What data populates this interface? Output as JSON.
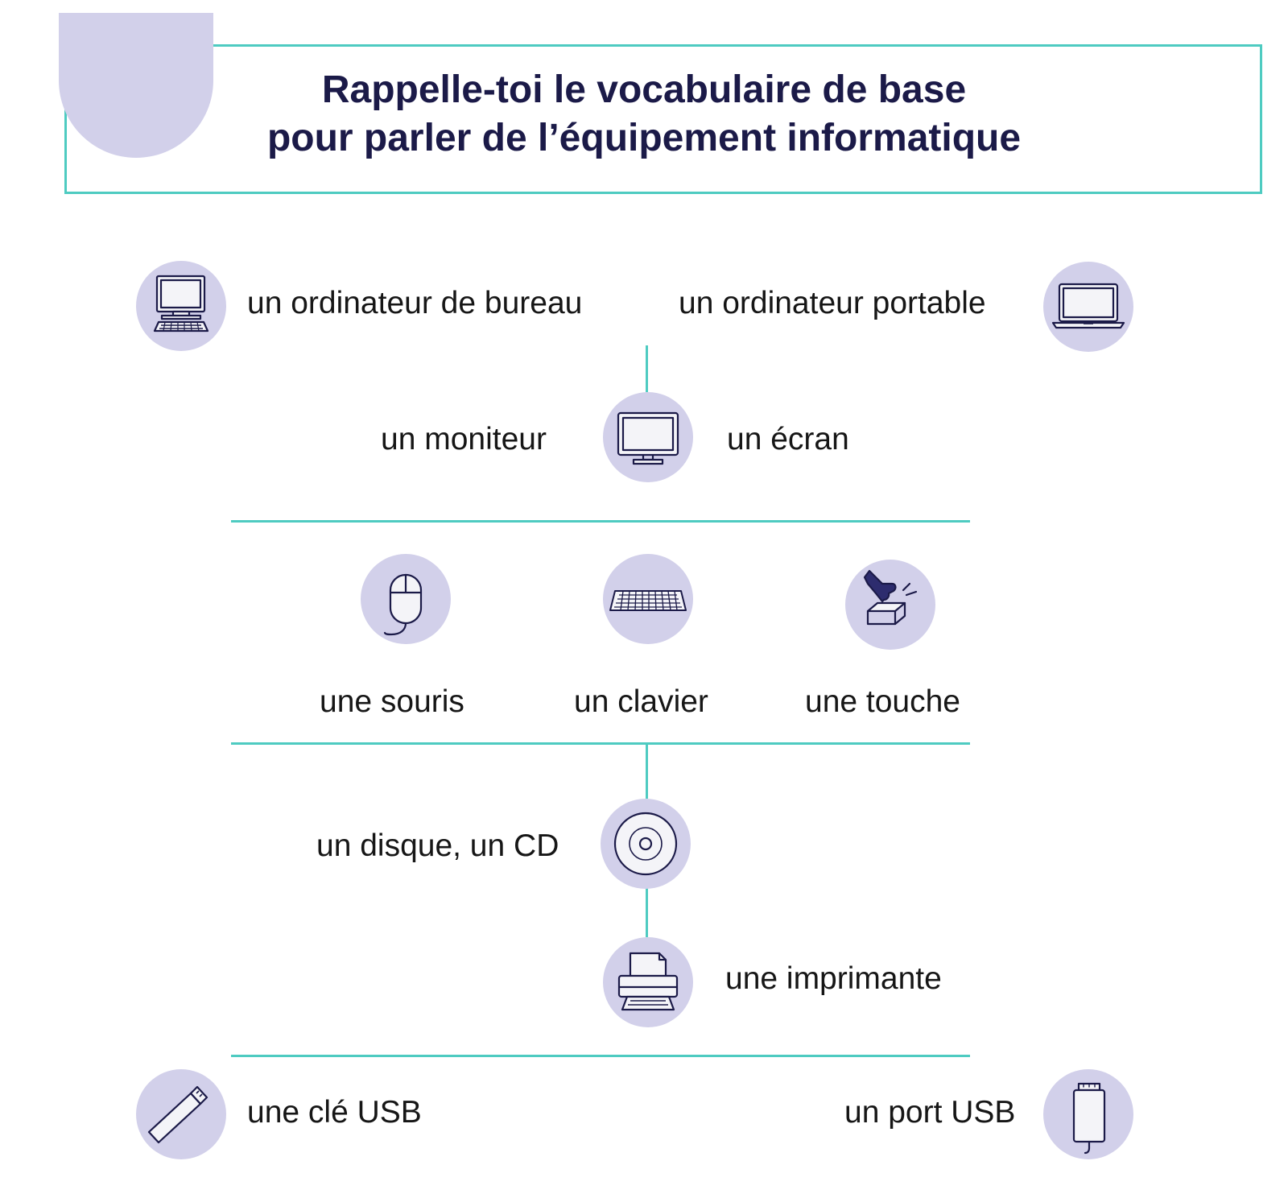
{
  "title": {
    "line1": "Rappelle-toi  le vocabulaire de base",
    "line2": "pour parler de l’équipement informatique"
  },
  "items": {
    "desktop": "un ordinateur de bureau",
    "laptop": "un ordinateur portable",
    "monitor": "un moniteur",
    "screen": "un écran",
    "mouse": "une souris",
    "keyboard": "un clavier",
    "key": "une touche",
    "disc": "un disque, un CD",
    "printer": "une imprimante",
    "usb_key": "une clé USB",
    "usb_port": "un port USB"
  },
  "colors": {
    "accent_line": "#4ecbc1",
    "circle_fill": "#d2d0ea",
    "title_text": "#1b1a48",
    "icon_stroke": "#1b1a48"
  },
  "icons": [
    "desktop-computer-icon",
    "laptop-icon",
    "monitor-icon",
    "mouse-icon",
    "keyboard-icon",
    "key-press-icon",
    "disc-icon",
    "printer-icon",
    "usb-key-icon",
    "usb-port-icon"
  ]
}
